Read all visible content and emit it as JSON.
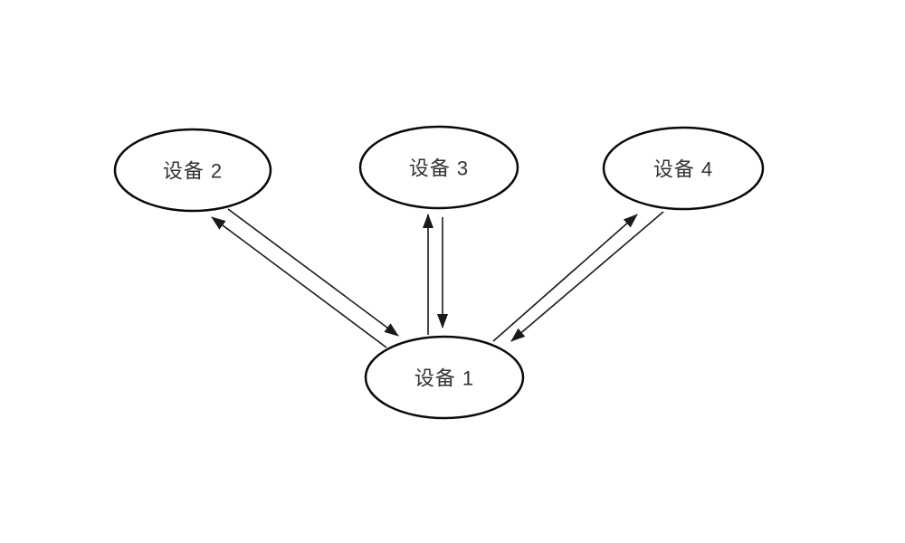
{
  "diagram": {
    "title": "device-connection-topology",
    "background_color": "#ffffff",
    "node_stroke_color": "#0a0a0a",
    "edge_color": "#1a1a1a",
    "text_color": "#333333",
    "nodes": [
      {
        "id": "device2",
        "label": "设备 2"
      },
      {
        "id": "device3",
        "label": "设备 3"
      },
      {
        "id": "device4",
        "label": "设备 4"
      },
      {
        "id": "device1",
        "label": "设备 1"
      }
    ],
    "edges": [
      {
        "from": "device1",
        "to": "device2",
        "style": "arrow"
      },
      {
        "from": "device2",
        "to": "device1",
        "style": "arrow"
      },
      {
        "from": "device1",
        "to": "device3",
        "style": "arrow"
      },
      {
        "from": "device3",
        "to": "device1",
        "style": "arrow"
      },
      {
        "from": "device1",
        "to": "device4",
        "style": "arrow"
      },
      {
        "from": "device4",
        "to": "device1",
        "style": "arrow"
      }
    ]
  }
}
